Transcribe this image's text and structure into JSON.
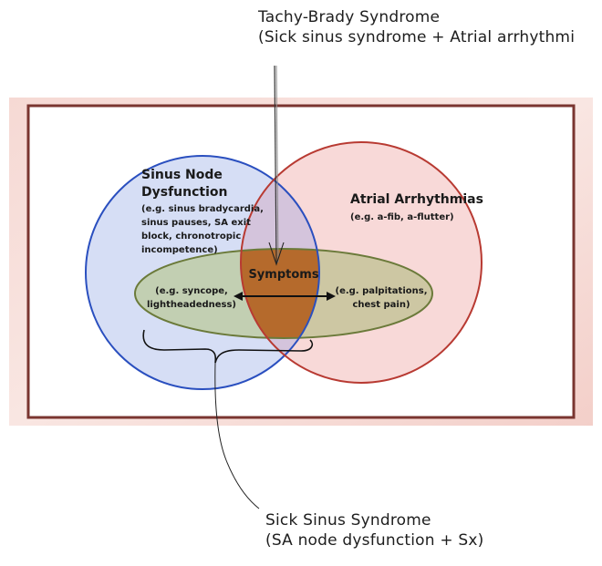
{
  "annotations": {
    "tachy_brady": {
      "title": "Tachy-Brady Syndrome",
      "subtitle": "(Sick sinus syndrome + Atrial arrhythmi"
    },
    "sick_sinus": {
      "title": "Sick Sinus Syndrome",
      "subtitle": "(SA node dysfunction + Sx)"
    }
  },
  "diagram": {
    "sinus_node": {
      "title_line1": "Sinus Node",
      "title_line2": "Dysfunction",
      "examples": [
        "(e.g. sinus bradycardia,",
        "sinus pauses, SA exit",
        "block, chronotropic",
        "incompetence)"
      ],
      "color": "#2a4fbf"
    },
    "atrial": {
      "title": "Atrial Arrhythmias",
      "examples": "(e.g. a-fib, a-flutter)",
      "color": "#b83a32"
    },
    "symptoms": {
      "title": "Symptoms",
      "left_examples": [
        "(e.g. syncope,",
        "lightheadedness)"
      ],
      "right_examples": [
        "(e.g. palpitations,",
        "chest pain)"
      ],
      "color": "#6b7a3a"
    }
  }
}
